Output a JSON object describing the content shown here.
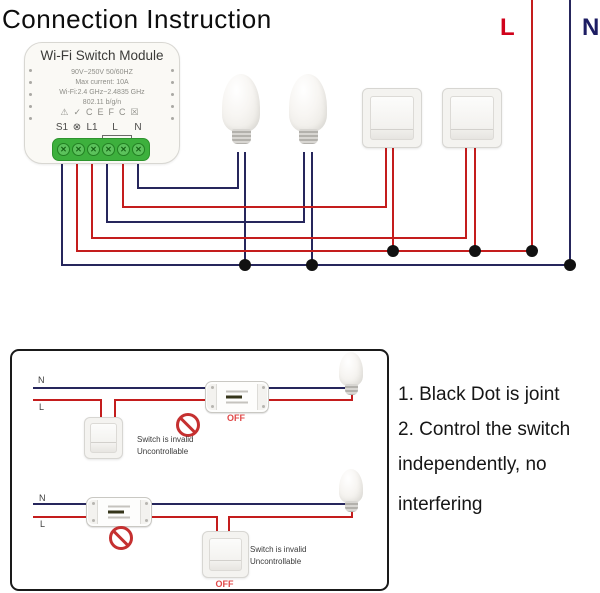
{
  "title": "Connection Instruction",
  "module": {
    "title": "Wi-Fi Switch Module",
    "specs": [
      "90V~250V  50/60HZ",
      "Max current: 10A",
      "Wi-Fi:2.4 GHz~2.4835 GHz",
      "802.11 b/g/n"
    ],
    "cert_icons": [
      {
        "name": "warning-triangle-icon",
        "glyph": "⚠"
      },
      {
        "name": "approval-check-icon",
        "glyph": "✓"
      },
      {
        "name": "ce-mark-icon",
        "glyph": "CE"
      },
      {
        "name": "fcc-mark-icon",
        "glyph": "FC"
      },
      {
        "name": "weee-bin-icon",
        "glyph": "☒"
      }
    ],
    "terminals": [
      "S1",
      "⊗",
      "L1",
      "L",
      "N"
    ]
  },
  "mains": {
    "live_label": "L",
    "neutral_label": "N"
  },
  "notes_lines": [
    "1. Black Dot is joint",
    "2. Control the switch",
    "independently, no",
    "interfering"
  ],
  "examples": [
    {
      "neutral_label": "N",
      "live_label": "L",
      "status_label": "OFF",
      "warning_line1": "Switch is invalid",
      "warning_line2": "Uncontrollable"
    },
    {
      "neutral_label": "N",
      "live_label": "L",
      "status_label": "OFF",
      "warning_line1": "Switch is invalid",
      "warning_line2": "Uncontrollable"
    }
  ],
  "colors": {
    "live": "#c41d1d",
    "neutral": "#26265c",
    "terminal_green": "#3db03d",
    "joint_dot": "#111111",
    "status_red": "#e04848"
  }
}
